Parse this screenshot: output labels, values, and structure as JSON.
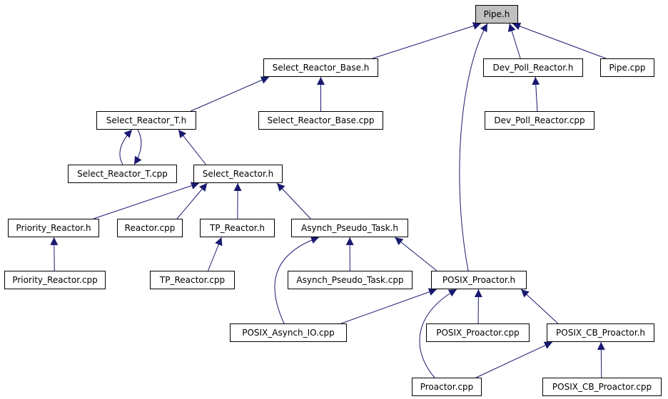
{
  "diagram": {
    "colors": {
      "edge": "#191970",
      "node_border": "#000000",
      "node_fill": "#ffffff",
      "root_fill": "#bfbfbf"
    },
    "nodes": [
      {
        "id": "pipe_h",
        "label": "Pipe.h",
        "root": true
      },
      {
        "id": "select_reactor_base_h",
        "label": "Select_Reactor_Base.h"
      },
      {
        "id": "dev_poll_reactor_h",
        "label": "Dev_Poll_Reactor.h"
      },
      {
        "id": "pipe_cpp",
        "label": "Pipe.cpp"
      },
      {
        "id": "select_reactor_t_h",
        "label": "Select_Reactor_T.h"
      },
      {
        "id": "select_reactor_base_cpp",
        "label": "Select_Reactor_Base.cpp"
      },
      {
        "id": "dev_poll_reactor_cpp",
        "label": "Dev_Poll_Reactor.cpp"
      },
      {
        "id": "select_reactor_t_cpp",
        "label": "Select_Reactor_T.cpp"
      },
      {
        "id": "select_reactor_h",
        "label": "Select_Reactor.h"
      },
      {
        "id": "priority_reactor_h",
        "label": "Priority_Reactor.h"
      },
      {
        "id": "reactor_cpp",
        "label": "Reactor.cpp"
      },
      {
        "id": "tp_reactor_h",
        "label": "TP_Reactor.h"
      },
      {
        "id": "asynch_pseudo_task_h",
        "label": "Asynch_Pseudo_Task.h"
      },
      {
        "id": "priority_reactor_cpp",
        "label": "Priority_Reactor.cpp"
      },
      {
        "id": "tp_reactor_cpp",
        "label": "TP_Reactor.cpp"
      },
      {
        "id": "asynch_pseudo_task_cpp",
        "label": "Asynch_Pseudo_Task.cpp"
      },
      {
        "id": "posix_proactor_h",
        "label": "POSIX_Proactor.h"
      },
      {
        "id": "posix_asynch_io_cpp",
        "label": "POSIX_Asynch_IO.cpp"
      },
      {
        "id": "posix_proactor_cpp",
        "label": "POSIX_Proactor.cpp"
      },
      {
        "id": "posix_cb_proactor_h",
        "label": "POSIX_CB_Proactor.h"
      },
      {
        "id": "proactor_cpp",
        "label": "Proactor.cpp"
      },
      {
        "id": "posix_cb_proactor_cpp",
        "label": "POSIX_CB_Proactor.cpp"
      }
    ],
    "edges": [
      {
        "from": "select_reactor_base_h",
        "to": "pipe_h"
      },
      {
        "from": "dev_poll_reactor_h",
        "to": "pipe_h"
      },
      {
        "from": "pipe_cpp",
        "to": "pipe_h"
      },
      {
        "from": "posix_proactor_h",
        "to": "pipe_h"
      },
      {
        "from": "select_reactor_t_h",
        "to": "select_reactor_base_h"
      },
      {
        "from": "select_reactor_base_cpp",
        "to": "select_reactor_base_h"
      },
      {
        "from": "dev_poll_reactor_cpp",
        "to": "dev_poll_reactor_h"
      },
      {
        "from": "select_reactor_t_cpp",
        "to": "select_reactor_t_h"
      },
      {
        "from": "select_reactor_t_h",
        "to": "select_reactor_t_cpp"
      },
      {
        "from": "select_reactor_h",
        "to": "select_reactor_t_h"
      },
      {
        "from": "priority_reactor_h",
        "to": "select_reactor_h"
      },
      {
        "from": "reactor_cpp",
        "to": "select_reactor_h"
      },
      {
        "from": "tp_reactor_h",
        "to": "select_reactor_h"
      },
      {
        "from": "asynch_pseudo_task_h",
        "to": "select_reactor_h"
      },
      {
        "from": "priority_reactor_cpp",
        "to": "priority_reactor_h"
      },
      {
        "from": "tp_reactor_cpp",
        "to": "tp_reactor_h"
      },
      {
        "from": "asynch_pseudo_task_cpp",
        "to": "asynch_pseudo_task_h"
      },
      {
        "from": "posix_asynch_io_cpp",
        "to": "asynch_pseudo_task_h"
      },
      {
        "from": "posix_proactor_h",
        "to": "asynch_pseudo_task_h"
      },
      {
        "from": "posix_asynch_io_cpp",
        "to": "posix_proactor_h"
      },
      {
        "from": "posix_proactor_cpp",
        "to": "posix_proactor_h"
      },
      {
        "from": "posix_cb_proactor_h",
        "to": "posix_proactor_h"
      },
      {
        "from": "proactor_cpp",
        "to": "posix_proactor_h"
      },
      {
        "from": "proactor_cpp",
        "to": "posix_cb_proactor_h"
      },
      {
        "from": "posix_cb_proactor_cpp",
        "to": "posix_cb_proactor_h"
      }
    ]
  }
}
